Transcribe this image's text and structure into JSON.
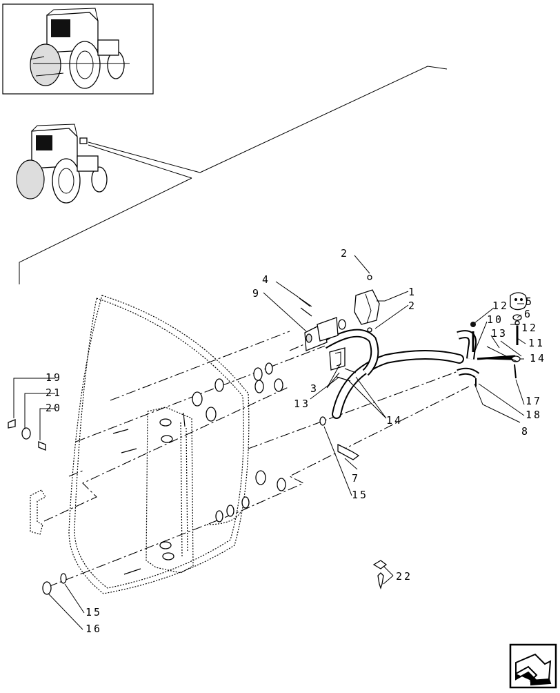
{
  "callouts": [
    {
      "id": "c1",
      "text": "1"
    },
    {
      "id": "c2a",
      "text": "2"
    },
    {
      "id": "c2b",
      "text": "2"
    },
    {
      "id": "c3",
      "text": "3"
    },
    {
      "id": "c4",
      "text": "4"
    },
    {
      "id": "c5",
      "text": "5"
    },
    {
      "id": "c6",
      "text": "6"
    },
    {
      "id": "c7",
      "text": "7"
    },
    {
      "id": "c8",
      "text": "8"
    },
    {
      "id": "c9",
      "text": "9"
    },
    {
      "id": "c10",
      "text": "10"
    },
    {
      "id": "c11",
      "text": "11"
    },
    {
      "id": "c12a",
      "text": "12"
    },
    {
      "id": "c12b",
      "text": "12"
    },
    {
      "id": "c13a",
      "text": "13"
    },
    {
      "id": "c13b",
      "text": "13"
    },
    {
      "id": "c14a",
      "text": "14"
    },
    {
      "id": "c14b",
      "text": "14"
    },
    {
      "id": "c15a",
      "text": "15"
    },
    {
      "id": "c15b",
      "text": "15"
    },
    {
      "id": "c16",
      "text": "16"
    },
    {
      "id": "c17",
      "text": "17"
    },
    {
      "id": "c18",
      "text": "18"
    },
    {
      "id": "c19",
      "text": "19"
    },
    {
      "id": "c20",
      "text": "20"
    },
    {
      "id": "c21",
      "text": "21"
    },
    {
      "id": "c22",
      "text": "22"
    }
  ],
  "icons": {
    "thumbnail": "tractor-rear-view-icon",
    "detail": "tractor-location-icon",
    "nav": "next-page-arrow-icon"
  }
}
